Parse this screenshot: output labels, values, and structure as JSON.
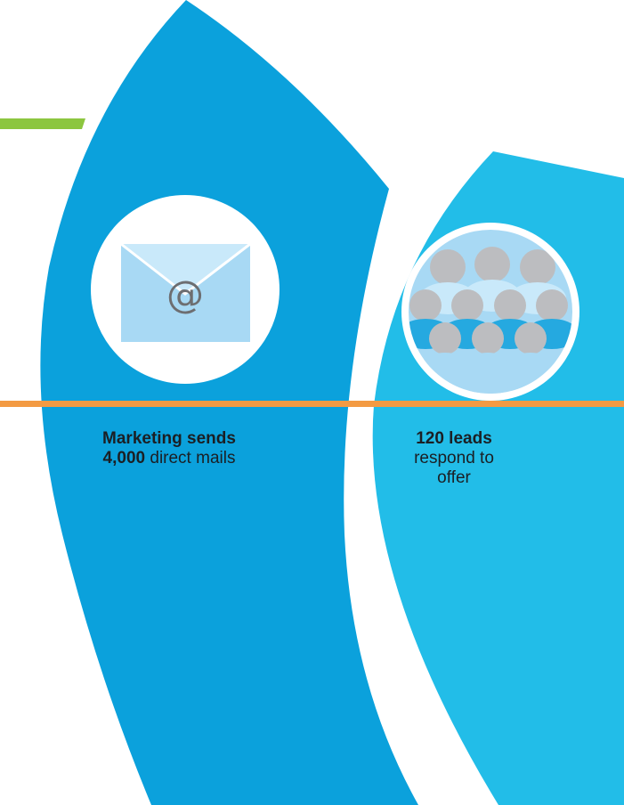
{
  "colors": {
    "leaf_dark": "#0ba1dc",
    "leaf_light": "#22bde8",
    "divider": "#ffffff",
    "orange_line": "#f39a43",
    "green_line": "#8cc63f",
    "envelope": "#a8d9f4",
    "envelope_flap": "#c9e9fa",
    "at_sign": "#6d6e71",
    "people_back": "#bcbdc0",
    "people_body": "#a8d9f4",
    "people_front_row": "#25a9e0"
  },
  "stages": [
    {
      "id": "mail",
      "icon": "envelope-at-icon",
      "icon_glyph": "@",
      "title_bold": "Marketing sends",
      "value_bold": "4,000",
      "text_tail": "direct mails"
    },
    {
      "id": "leads",
      "icon": "people-crowd-icon",
      "value_bold": "120 leads",
      "line2": "respond to",
      "line3": "offer"
    }
  ]
}
